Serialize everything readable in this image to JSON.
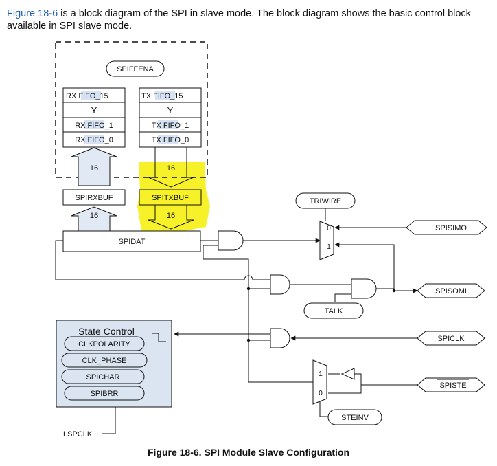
{
  "intro": {
    "link_text": "Figure 18-6",
    "line1_rest": " is a block diagram of the SPI in slave mode. The block diagram shows the basic control block",
    "line2": "available in SPI slave mode."
  },
  "fifo": {
    "enable_label": "SPIFFENA",
    "rx": [
      "RX FIFO_15",
      "Y",
      "RX FIFO_1",
      "RX FIFO_0"
    ],
    "tx": [
      "TX FIFO_15",
      "Y",
      "TX FIFO_1",
      "TX FIFO_0"
    ],
    "rx_bus_width": "16",
    "tx_bus_width": "16"
  },
  "registers": {
    "rxbuf": "SPIRXBUF",
    "txbuf": "SPITXBUF",
    "rx_bus_width": "16",
    "tx_bus_width": "16",
    "dat": "SPIDAT"
  },
  "signals": {
    "triwire": "TRIWIRE",
    "mux_in0": "0",
    "mux_in1": "1",
    "simo": "SPISIMO",
    "somi": "SPISOMI",
    "talk": "TALK",
    "clk": "SPICLK",
    "ste": "SPISTE",
    "ste_mux_in1": "1",
    "ste_mux_in0": "0",
    "steinv": "STEINV",
    "lspclk": "LSPCLK"
  },
  "state_control": {
    "title": "State Control",
    "items": [
      "CLKPOLARITY",
      "CLK_PHASE",
      "SPICHAR",
      "SPIBRR"
    ]
  },
  "colors": {
    "highlight": "#f5ef12",
    "state_fill": "#dbe4f1",
    "arrow_fill": "#e1e9f4",
    "link": "#1f5fb3"
  },
  "caption": "Figure 18-6. SPI Module Slave Configuration"
}
